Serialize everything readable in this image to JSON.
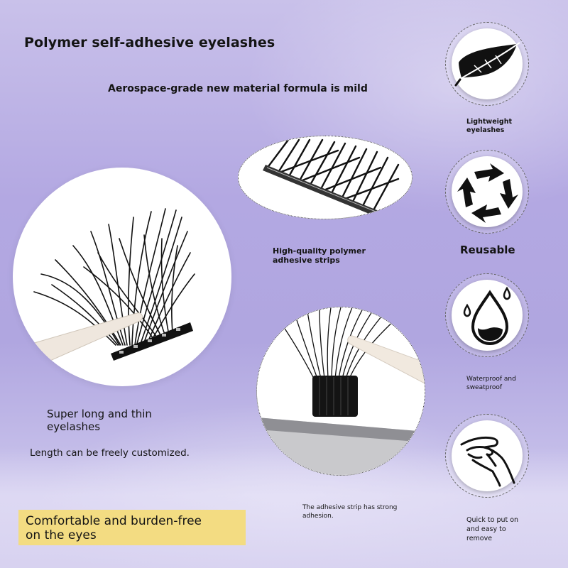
{
  "header": {
    "title": "Polymer self-adhesive eyelashes",
    "subtitle": "Aerospace-grade new material formula is mild"
  },
  "photos": {
    "strip_caption": "High-quality polymer adhesive strips",
    "long_caption": "Super long and thin eyelashes",
    "custom_caption": "Length can be freely customized.",
    "adhesion_caption": "The adhesive strip has strong adhesion."
  },
  "banner": {
    "text": "Comfortable and burden-free on the eyes",
    "color": "#f3dc82"
  },
  "features": [
    {
      "icon": "feather-icon",
      "label": "Lightweight eyelashes"
    },
    {
      "icon": "recycle-arrows-icon",
      "label": "Reusable"
    },
    {
      "icon": "water-drop-icon",
      "label": "Waterproof and sweatproof"
    },
    {
      "icon": "hand-pinch-icon",
      "label": "Quick to put on and easy to remove"
    }
  ],
  "colors": {
    "background": "#b3a8e2",
    "accent": "#f3dc82",
    "ink": "#141414"
  }
}
